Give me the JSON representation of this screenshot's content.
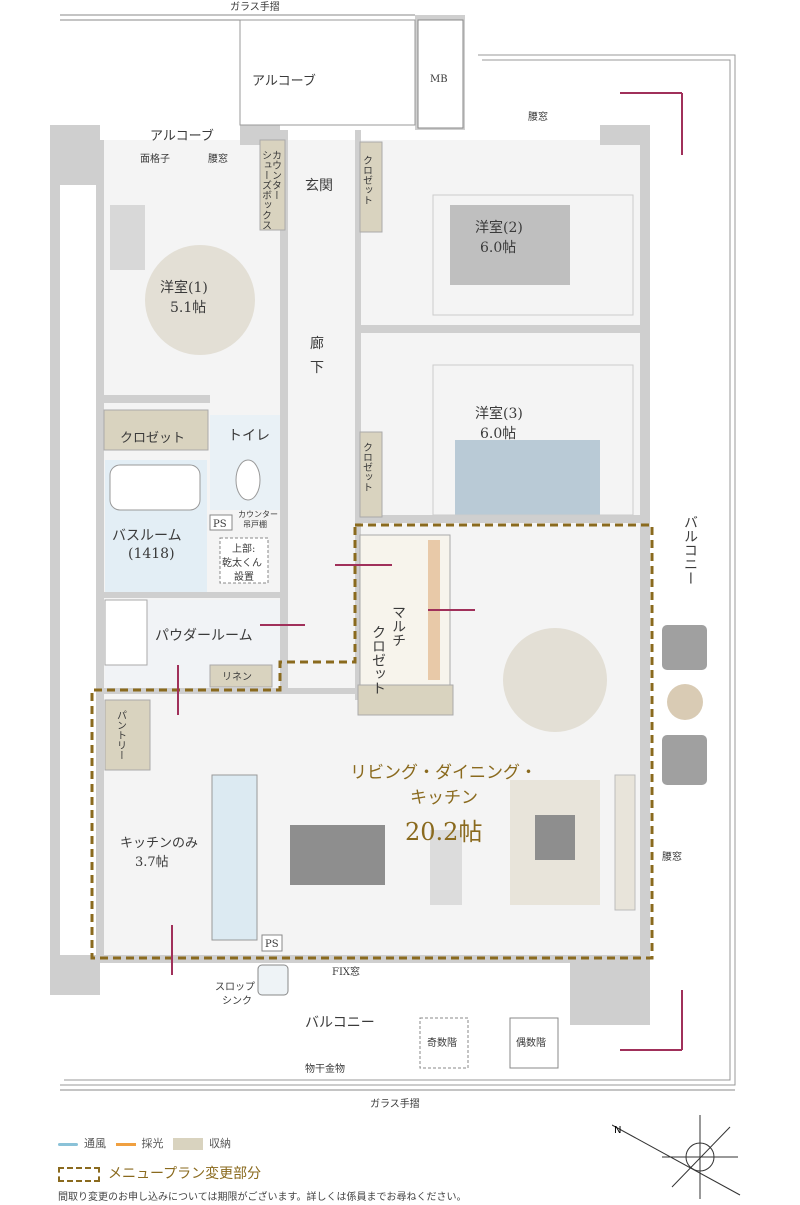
{
  "labels": {
    "glass_top": "ガラス手摺",
    "glass_bottom": "ガラス手摺",
    "alcove1": "アルコーブ",
    "alcove2": "アルコーブ",
    "mb": "MB",
    "menkoshi": "面格子",
    "koshimado1": "腰窓",
    "koshimado2": "腰窓",
    "koshimado3": "腰窓",
    "shoebox": "シューズボックス",
    "counter": "カウンター",
    "genkan": "玄関",
    "closet_a": "クロゼット",
    "closet_b": "クロゼット",
    "closet_c": "クロゼット",
    "room1_name": "洋室(1)",
    "room1_size": "5.1帖",
    "room2_name": "洋室(2)",
    "room2_size": "6.0帖",
    "room3_name": "洋室(3)",
    "room3_size": "6.0帖",
    "corridor1": "廊",
    "corridor2": "下",
    "toilet": "トイレ",
    "ps1": "PS",
    "ps2": "PS",
    "counter_shelf1": "カウンター",
    "counter_shelf2": "吊戸棚",
    "bath_name": "バスルーム",
    "bath_size": "(1418)",
    "kanta1": "上部:",
    "kanta2": "乾太くん",
    "kanta3": "設置",
    "powder": "パウダールーム",
    "linen": "リネン",
    "multi1": "マルチ",
    "multi2": "クロゼット",
    "pantry": "パントリー",
    "ldk1": "リビング・ダイニング・",
    "ldk2": "キッチン",
    "ldk_size": "20.2帖",
    "kitchen_only": "キッチンのみ",
    "kitchen_size": "3.7帖",
    "balcony_right": "バルコニー",
    "balcony_bottom": "バルコニー",
    "fix_window": "FIX窓",
    "slop1": "スロップ",
    "slop2": "シンク",
    "kisukai": "奇数階",
    "gusukai": "偶数階",
    "monohoshi": "物干金物"
  },
  "legend": {
    "wind": "通風",
    "light": "採光",
    "storage": "収納"
  },
  "menu_note": "メニュープラン変更部分",
  "disclaimer": "間取り変更のお申し込みについては期限がございます。詳しくは係員までお尋ねください。",
  "colors": {
    "wall": "#cfcfcf",
    "floor": "#f4f4f4",
    "bath": "#e3eef5",
    "storage": "#d9d3bf",
    "menu_line": "#8a6a1e",
    "arrow": "#a0305a"
  }
}
